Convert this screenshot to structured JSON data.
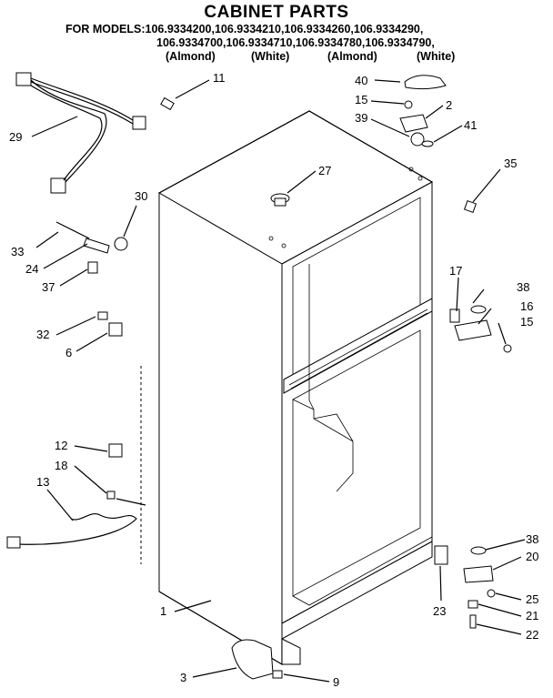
{
  "header": {
    "title": "CABINET PARTS",
    "models_line1": "FOR MODELS:106.9334200,106.9334210,106.9334260,106.9334290,",
    "models_line2": "106.9334700,106.9334710,106.9334780,106.9334790,",
    "variants": [
      "(Almond)",
      "(White)",
      "(Almond)",
      "(White)"
    ]
  },
  "callouts": {
    "p11": "11",
    "p29": "29",
    "p40": "40",
    "p15a": "15",
    "p2": "2",
    "p39": "39",
    "p41": "41",
    "p35": "35",
    "p27": "27",
    "p30": "30",
    "p33": "33",
    "p24": "24",
    "p37": "37",
    "p17": "17",
    "p38a": "38",
    "p16": "16",
    "p15b": "15",
    "p32": "32",
    "p6": "6",
    "p12": "12",
    "p18": "18",
    "p13": "13",
    "p1": "1",
    "p38b": "38",
    "p20": "20",
    "p25": "25",
    "p23": "23",
    "p21": "21",
    "p22": "22",
    "p3": "3",
    "p9": "9"
  }
}
